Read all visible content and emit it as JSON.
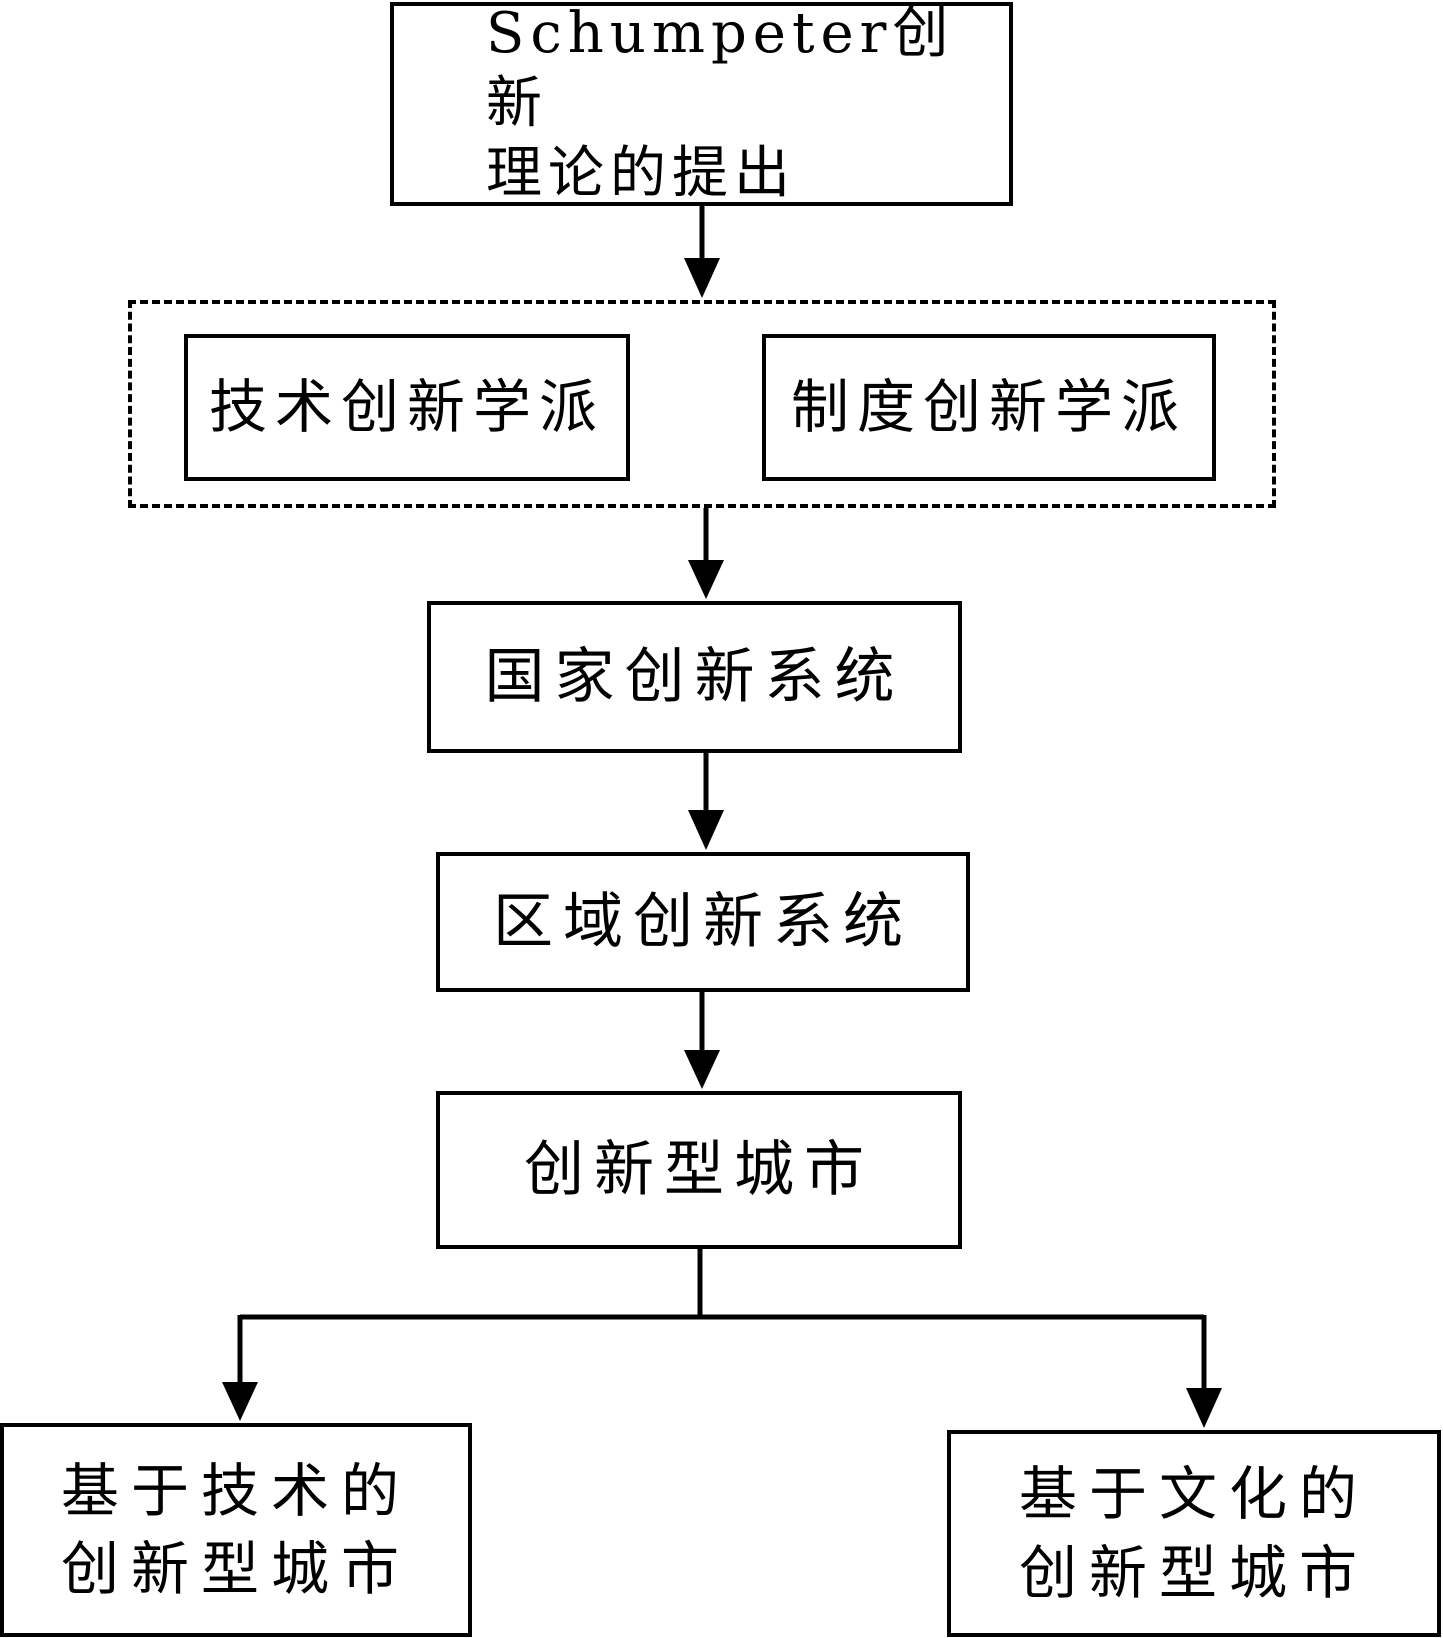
{
  "diagram": {
    "nodes": {
      "origin": {
        "lines": [
          "Schumpeter创新",
          "理论的提出"
        ]
      },
      "tech_school": {
        "label": "技术创新学派"
      },
      "inst_school": {
        "label": "制度创新学派"
      },
      "national": {
        "label": "国家创新系统"
      },
      "regional": {
        "label": "区域创新系统"
      },
      "city": {
        "label": "创新型城市"
      },
      "tech_city": {
        "lines": [
          "基于技术的",
          "创新型城市"
        ]
      },
      "culture_city": {
        "lines": [
          "基于文化的",
          "创新型城市"
        ]
      }
    },
    "edges": [
      {
        "from": "origin",
        "to": "schools_group"
      },
      {
        "from": "schools_group",
        "to": "national"
      },
      {
        "from": "national",
        "to": "regional"
      },
      {
        "from": "regional",
        "to": "city"
      },
      {
        "from": "city",
        "to": "tech_city"
      },
      {
        "from": "city",
        "to": "culture_city"
      }
    ]
  }
}
